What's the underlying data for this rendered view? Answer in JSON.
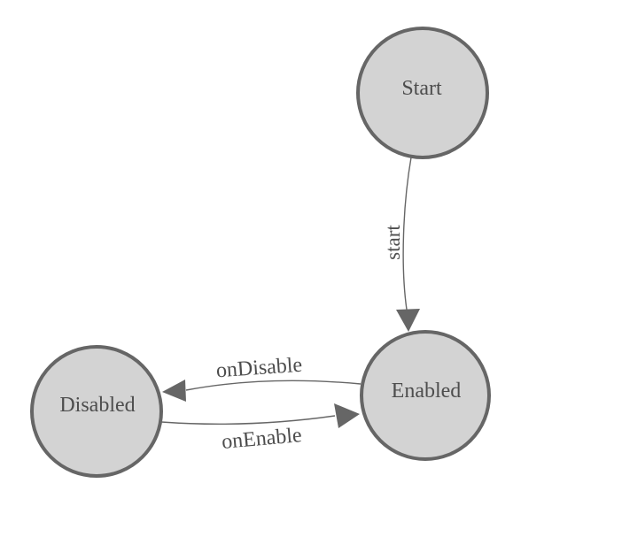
{
  "diagram": {
    "type": "state-machine",
    "colors": {
      "background": "#ffffff",
      "node_fill": "#d3d3d3",
      "node_stroke": "#666666",
      "edge_stroke": "#666666",
      "arrowhead_fill": "#666666",
      "text": "#4d4d4d"
    },
    "nodes": [
      {
        "id": "start",
        "label": "Start"
      },
      {
        "id": "enabled",
        "label": "Enabled"
      },
      {
        "id": "disabled",
        "label": "Disabled"
      }
    ],
    "edges": [
      {
        "from": "Start",
        "to": "Enabled",
        "label": "start"
      },
      {
        "from": "Enabled",
        "to": "Disabled",
        "label": "onDisable"
      },
      {
        "from": "Disabled",
        "to": "Enabled",
        "label": "onEnable"
      }
    ]
  }
}
